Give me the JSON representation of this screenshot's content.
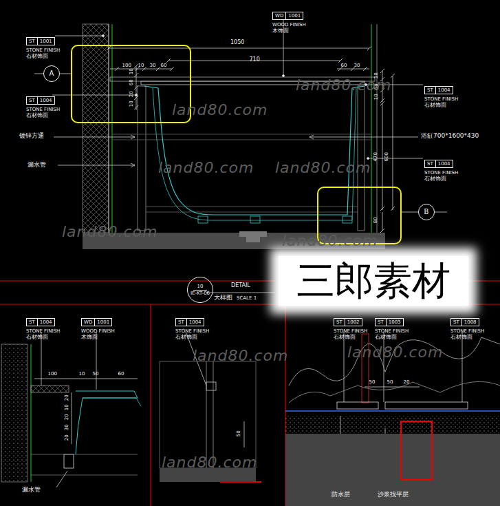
{
  "diagram": {
    "nodes": [
      {
        "text": [
          "WD",
          "1001",
          "WOOD FINISH",
          "木饰面"
        ]
      },
      {
        "text": [
          "ST",
          "1001",
          "STONE FINISH",
          "石材饰面"
        ]
      },
      {
        "text": [
          "A"
        ]
      },
      {
        "text": [
          "ST",
          "1004",
          "STONE FINISH",
          "石材饰面"
        ]
      },
      {
        "text": [
          "ST",
          "1004",
          "STONE FINISH",
          "石材饰面"
        ]
      },
      {
        "text": [
          "ST",
          "1004",
          "STONE FINISH",
          "石材饰面"
        ]
      },
      {
        "text": [
          "B"
        ]
      },
      {
        "text": [
          "10",
          "IE-KT-06"
        ]
      },
      {
        "text": [
          "三郎素材"
        ]
      },
      {
        "text": [
          "ST",
          "1004",
          "STONE FINISH",
          "石材饰面"
        ]
      },
      {
        "text": [
          "WD",
          "1001",
          "WOOD FINISH",
          "木饰面"
        ]
      },
      {
        "text": [
          "ST",
          "1004",
          "STONE FINISH",
          "石材饰面"
        ]
      },
      {
        "text": [
          "ST",
          "1002",
          "STONE FINISH",
          "石材饰面"
        ]
      },
      {
        "text": [
          "ST",
          "1003",
          "STONE FINISH",
          "石材饰面"
        ]
      },
      {
        "text": [
          "ST",
          "1008",
          "STONE FINISH",
          "石材饰面"
        ]
      }
    ],
    "labels": [
      "1050",
      "100",
      "10",
      "30",
      "60",
      "710",
      "60",
      "30",
      "10",
      "60",
      "10",
      "470",
      "600",
      "80",
      "10",
      "60",
      "20",
      "10",
      "镀锌方通",
      "漏水管",
      "浴缸700*1600*430",
      "DETAIL",
      "大样图",
      "SCALE 1",
      "100",
      "10",
      "50",
      "60",
      "20",
      "10",
      "20",
      "30",
      "20",
      "漏水管",
      "50",
      "50",
      "50",
      "20",
      "防水层",
      "沙浆找平层",
      "land80.com",
      "land80.com",
      "land80.com",
      "land80.com",
      "land80.com",
      "land80.com",
      "land80.com",
      "land80.com",
      "land80.com"
    ]
  }
}
